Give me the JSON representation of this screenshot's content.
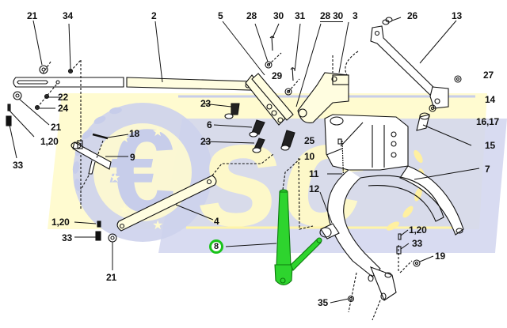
{
  "diagram": {
    "title": "Exploded parts diagram - linkage / fork assembly",
    "watermark": {
      "text": "esc",
      "primary_color": "#c8cdea",
      "secondary_color": "#fffac8",
      "emblem": "euro-stars-wheat"
    },
    "highlighted_part": {
      "number": "8",
      "color": "#19c319",
      "ring_color": "#19c319"
    },
    "line_color": "#111111",
    "callouts": [
      {
        "id": "c21a",
        "text": "21"
      },
      {
        "id": "c34",
        "text": "34"
      },
      {
        "id": "c2",
        "text": "2"
      },
      {
        "id": "c5",
        "text": "5"
      },
      {
        "id": "c28a",
        "text": "28"
      },
      {
        "id": "c30a",
        "text": "30"
      },
      {
        "id": "c31",
        "text": "31"
      },
      {
        "id": "c2830",
        "text": "28 30"
      },
      {
        "id": "c3",
        "text": "3"
      },
      {
        "id": "c26",
        "text": "26"
      },
      {
        "id": "c13",
        "text": "13"
      },
      {
        "id": "c29",
        "text": "29"
      },
      {
        "id": "c27",
        "text": "27"
      },
      {
        "id": "c22",
        "text": "22"
      },
      {
        "id": "c24",
        "text": "24"
      },
      {
        "id": "c21b",
        "text": "21"
      },
      {
        "id": "c120a",
        "text": "1,20"
      },
      {
        "id": "c33a",
        "text": "33"
      },
      {
        "id": "c23a",
        "text": "23"
      },
      {
        "id": "c6",
        "text": "6"
      },
      {
        "id": "c23b",
        "text": "23"
      },
      {
        "id": "c25",
        "text": "25"
      },
      {
        "id": "c14",
        "text": "14"
      },
      {
        "id": "c1617",
        "text": "16,17"
      },
      {
        "id": "c15",
        "text": "15"
      },
      {
        "id": "c18",
        "text": "18"
      },
      {
        "id": "c9",
        "text": "9"
      },
      {
        "id": "c10",
        "text": "10"
      },
      {
        "id": "c11",
        "text": "11"
      },
      {
        "id": "c7",
        "text": "7"
      },
      {
        "id": "c12",
        "text": "12"
      },
      {
        "id": "c4",
        "text": "4"
      },
      {
        "id": "c120b",
        "text": "1,20"
      },
      {
        "id": "c33b",
        "text": "33"
      },
      {
        "id": "c21c",
        "text": "21"
      },
      {
        "id": "c8",
        "text": "8"
      },
      {
        "id": "c120c",
        "text": "1,20"
      },
      {
        "id": "c33c",
        "text": "33"
      },
      {
        "id": "c19",
        "text": "19"
      },
      {
        "id": "c35",
        "text": "35"
      }
    ]
  }
}
